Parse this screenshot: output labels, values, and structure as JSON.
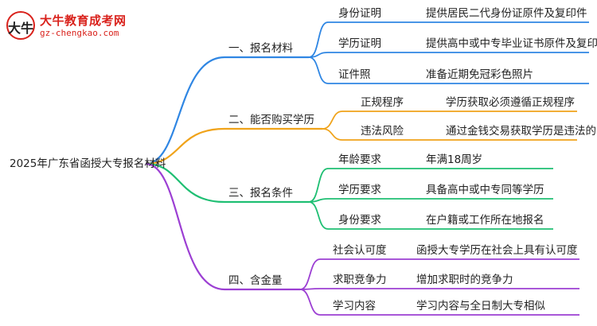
{
  "logo": {
    "title": "大牛教育成考网",
    "url": "gz-chengkao.com",
    "glyph": "大牛"
  },
  "root": {
    "label": "2025年广东省函授大专报名材料"
  },
  "colors": {
    "blue": "#2f86e3",
    "orange": "#f0a31a",
    "green": "#1fbf73",
    "purple": "#9c3fd3"
  },
  "branches": [
    {
      "label": "一、报名材料",
      "color": "blue",
      "children": [
        {
          "label": "身份证明",
          "detail": "提供居民二代身份证原件及复印件"
        },
        {
          "label": "学历证明",
          "detail": "提供高中或中专毕业证书原件及复印件"
        },
        {
          "label": "证件照",
          "detail": "准备近期免冠彩色照片"
        }
      ]
    },
    {
      "label": "二、能否购买学历",
      "color": "orange",
      "children": [
        {
          "label": "正规程序",
          "detail": "学历获取必须遵循正规程序"
        },
        {
          "label": "违法风险",
          "detail": "通过金钱交易获取学历是违法的"
        }
      ]
    },
    {
      "label": "三、报名条件",
      "color": "green",
      "children": [
        {
          "label": "年龄要求",
          "detail": "年满18周岁"
        },
        {
          "label": "学历要求",
          "detail": "具备高中或中专同等学历"
        },
        {
          "label": "身份要求",
          "detail": "在户籍或工作所在地报名"
        }
      ]
    },
    {
      "label": "四、含金量",
      "color": "purple",
      "children": [
        {
          "label": "社会认可度",
          "detail": "函授大专学历在社会上具有认可度"
        },
        {
          "label": "求职竞争力",
          "detail": "增加求职时的竞争力"
        },
        {
          "label": "学习内容",
          "detail": "学习内容与全日制大专相似"
        }
      ]
    }
  ]
}
